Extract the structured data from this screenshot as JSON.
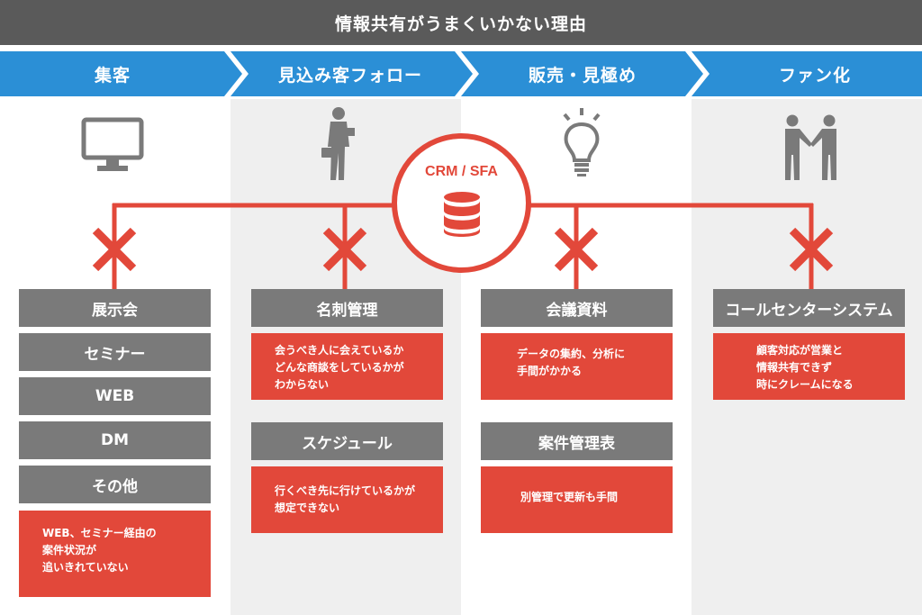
{
  "title": "情報共有がうまくいかない理由",
  "hub": {
    "label": "CRM / SFA",
    "icon": "database-icon"
  },
  "colors": {
    "red": "#e2483a",
    "blue": "#2b8fd6",
    "gray_box": "#7a7a7a",
    "header": "#5a5a5a",
    "column_alt": "#efefef"
  },
  "stages": [
    {
      "label": "集客",
      "icon": "monitor-icon"
    },
    {
      "label": "見込み客フォロー",
      "icon": "businessman-walking-icon"
    },
    {
      "label": "販売・見極め",
      "icon": "lightbulb-icon"
    },
    {
      "label": "ファン化",
      "icon": "handshake-icon"
    }
  ],
  "columns": [
    {
      "gray_items": [
        "展示会",
        "セミナー",
        "WEB",
        "DM",
        "その他"
      ],
      "issues": [
        {
          "lines": [
            "WEB、セミナー経由の",
            "案件状況が",
            "追いきれていない"
          ]
        }
      ]
    },
    {
      "gray_items": [
        "名刺管理",
        "スケジュール"
      ],
      "issues": [
        {
          "lines": [
            "会うべき人に会えているか",
            "どんな商談をしているかが",
            "わからない"
          ]
        },
        {
          "lines": [
            "行くべき先に行けているかが",
            "想定できない"
          ]
        }
      ]
    },
    {
      "gray_items": [
        "会議資料",
        "案件管理表"
      ],
      "issues": [
        {
          "lines": [
            "データの集約、分析に",
            "手間がかかる"
          ]
        },
        {
          "lines": [
            "別管理で更新も手間"
          ]
        }
      ]
    },
    {
      "gray_items": [
        "コールセンターシステム"
      ],
      "issues": [
        {
          "lines": [
            "顧客対応が営業と",
            "情報共有できず",
            "時にクレームになる"
          ]
        }
      ]
    }
  ]
}
